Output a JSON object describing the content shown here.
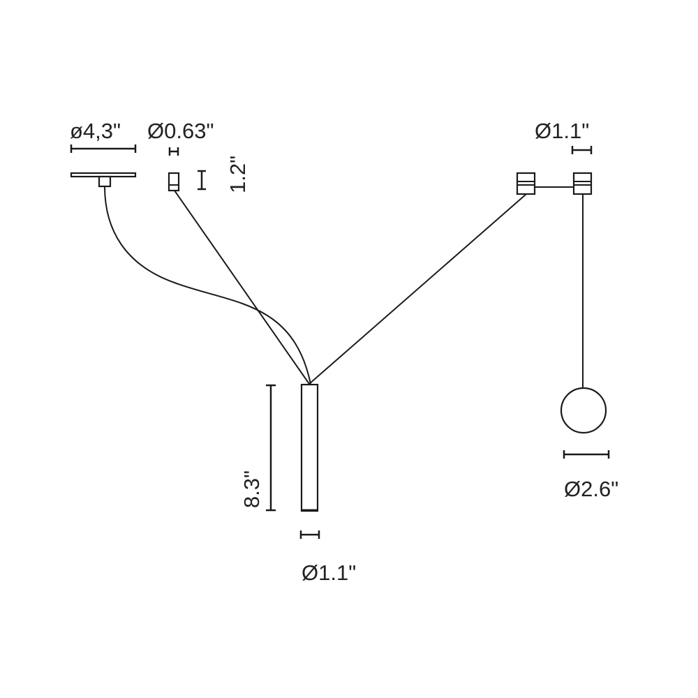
{
  "dimensions": {
    "canopy_diameter": "ø4,3\"",
    "anchor_diameter": "Ø0.63\"",
    "anchor_height": "1.2\"",
    "connector_diameter": "Ø1.1\"",
    "tube_length": "8.3\"",
    "tube_diameter": "Ø1.1\"",
    "globe_diameter": "Ø2.6\""
  },
  "colors": {
    "line": "#1a1a1a",
    "background": "#ffffff"
  }
}
